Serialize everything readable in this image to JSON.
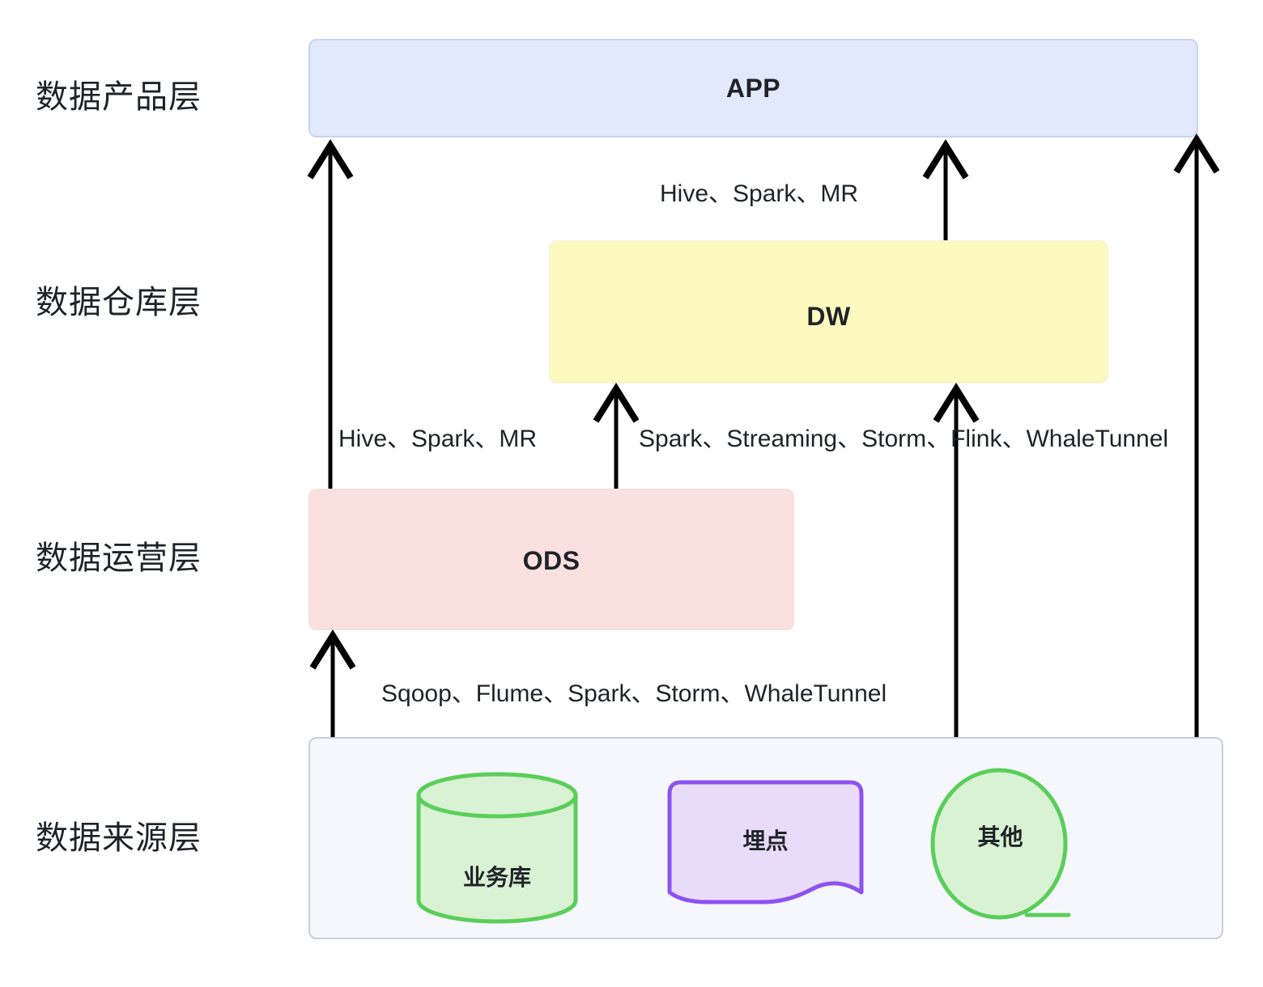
{
  "diagram": {
    "title": "数据仓库分层架构图",
    "background": "#ffffff"
  },
  "tiers": [
    {
      "label": "数据产品层"
    },
    {
      "label": "数据仓库层"
    },
    {
      "label": "数据运营层"
    },
    {
      "label": "数据来源层"
    }
  ],
  "layers": {
    "app": {
      "title": "APP",
      "fill": "#e1e9fb",
      "stroke": "#c5d5f6"
    },
    "dw": {
      "title": "DW",
      "fill": "#fcfabf",
      "stroke": "#f7f5cd"
    },
    "ods": {
      "title": "ODS",
      "fill": "#fbe0e0",
      "stroke": "#f8dede"
    },
    "source": {
      "fill": "#f6f7fc",
      "stroke": "#cdced6"
    }
  },
  "sources": [
    {
      "label": "业务库",
      "shape": "cylinder-icon",
      "fill": "#d9f2d4",
      "stroke": "#5ace5a"
    },
    {
      "label": "埋点",
      "shape": "document-icon",
      "fill": "#e9dcfb",
      "stroke": "#8c52f0"
    },
    {
      "label": "其他",
      "shape": "circle-icon",
      "fill": "#d9f2d4",
      "stroke": "#5ace5a"
    }
  ],
  "edges": [
    {
      "id": "ods-to-app",
      "label": "Hive、Spark、MR"
    },
    {
      "id": "dw-to-app",
      "label": "Hive、Spark、MR"
    },
    {
      "id": "ods-to-dw",
      "label": "Spark、Streaming、Storm、Flink、WhaleTunnel"
    },
    {
      "id": "source-to-ods",
      "label": "Sqoop、Flume、Spark、Storm、WhaleTunnel"
    }
  ],
  "colors": {
    "arrow": "#000000",
    "text": "#1f2328"
  }
}
